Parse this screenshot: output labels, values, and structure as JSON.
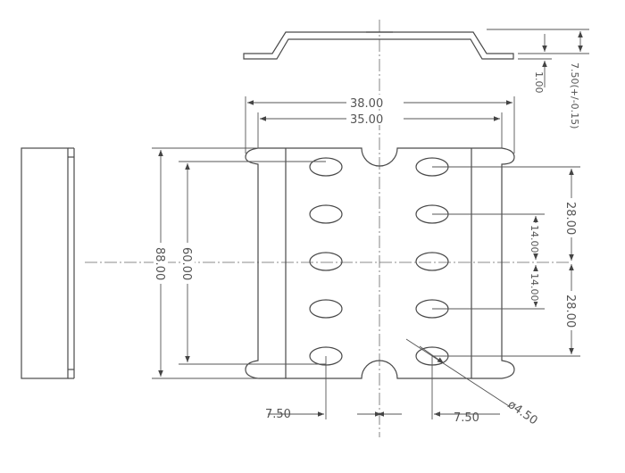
{
  "dimensions": {
    "width_outer": "38.00",
    "width_inner": "35.00",
    "height_outer": "88.00",
    "height_holes": "60.00",
    "offset_top": "28.00",
    "offset_bottom": "28.00",
    "pitch_upper": "14.00",
    "pitch_lower": "14.00",
    "hole_offset_left": "7.50",
    "hole_offset_right": "7.50",
    "hole_diameter": "ø4.50",
    "flange_height": "7.50(+/-0.15)",
    "thickness": "1.00"
  }
}
